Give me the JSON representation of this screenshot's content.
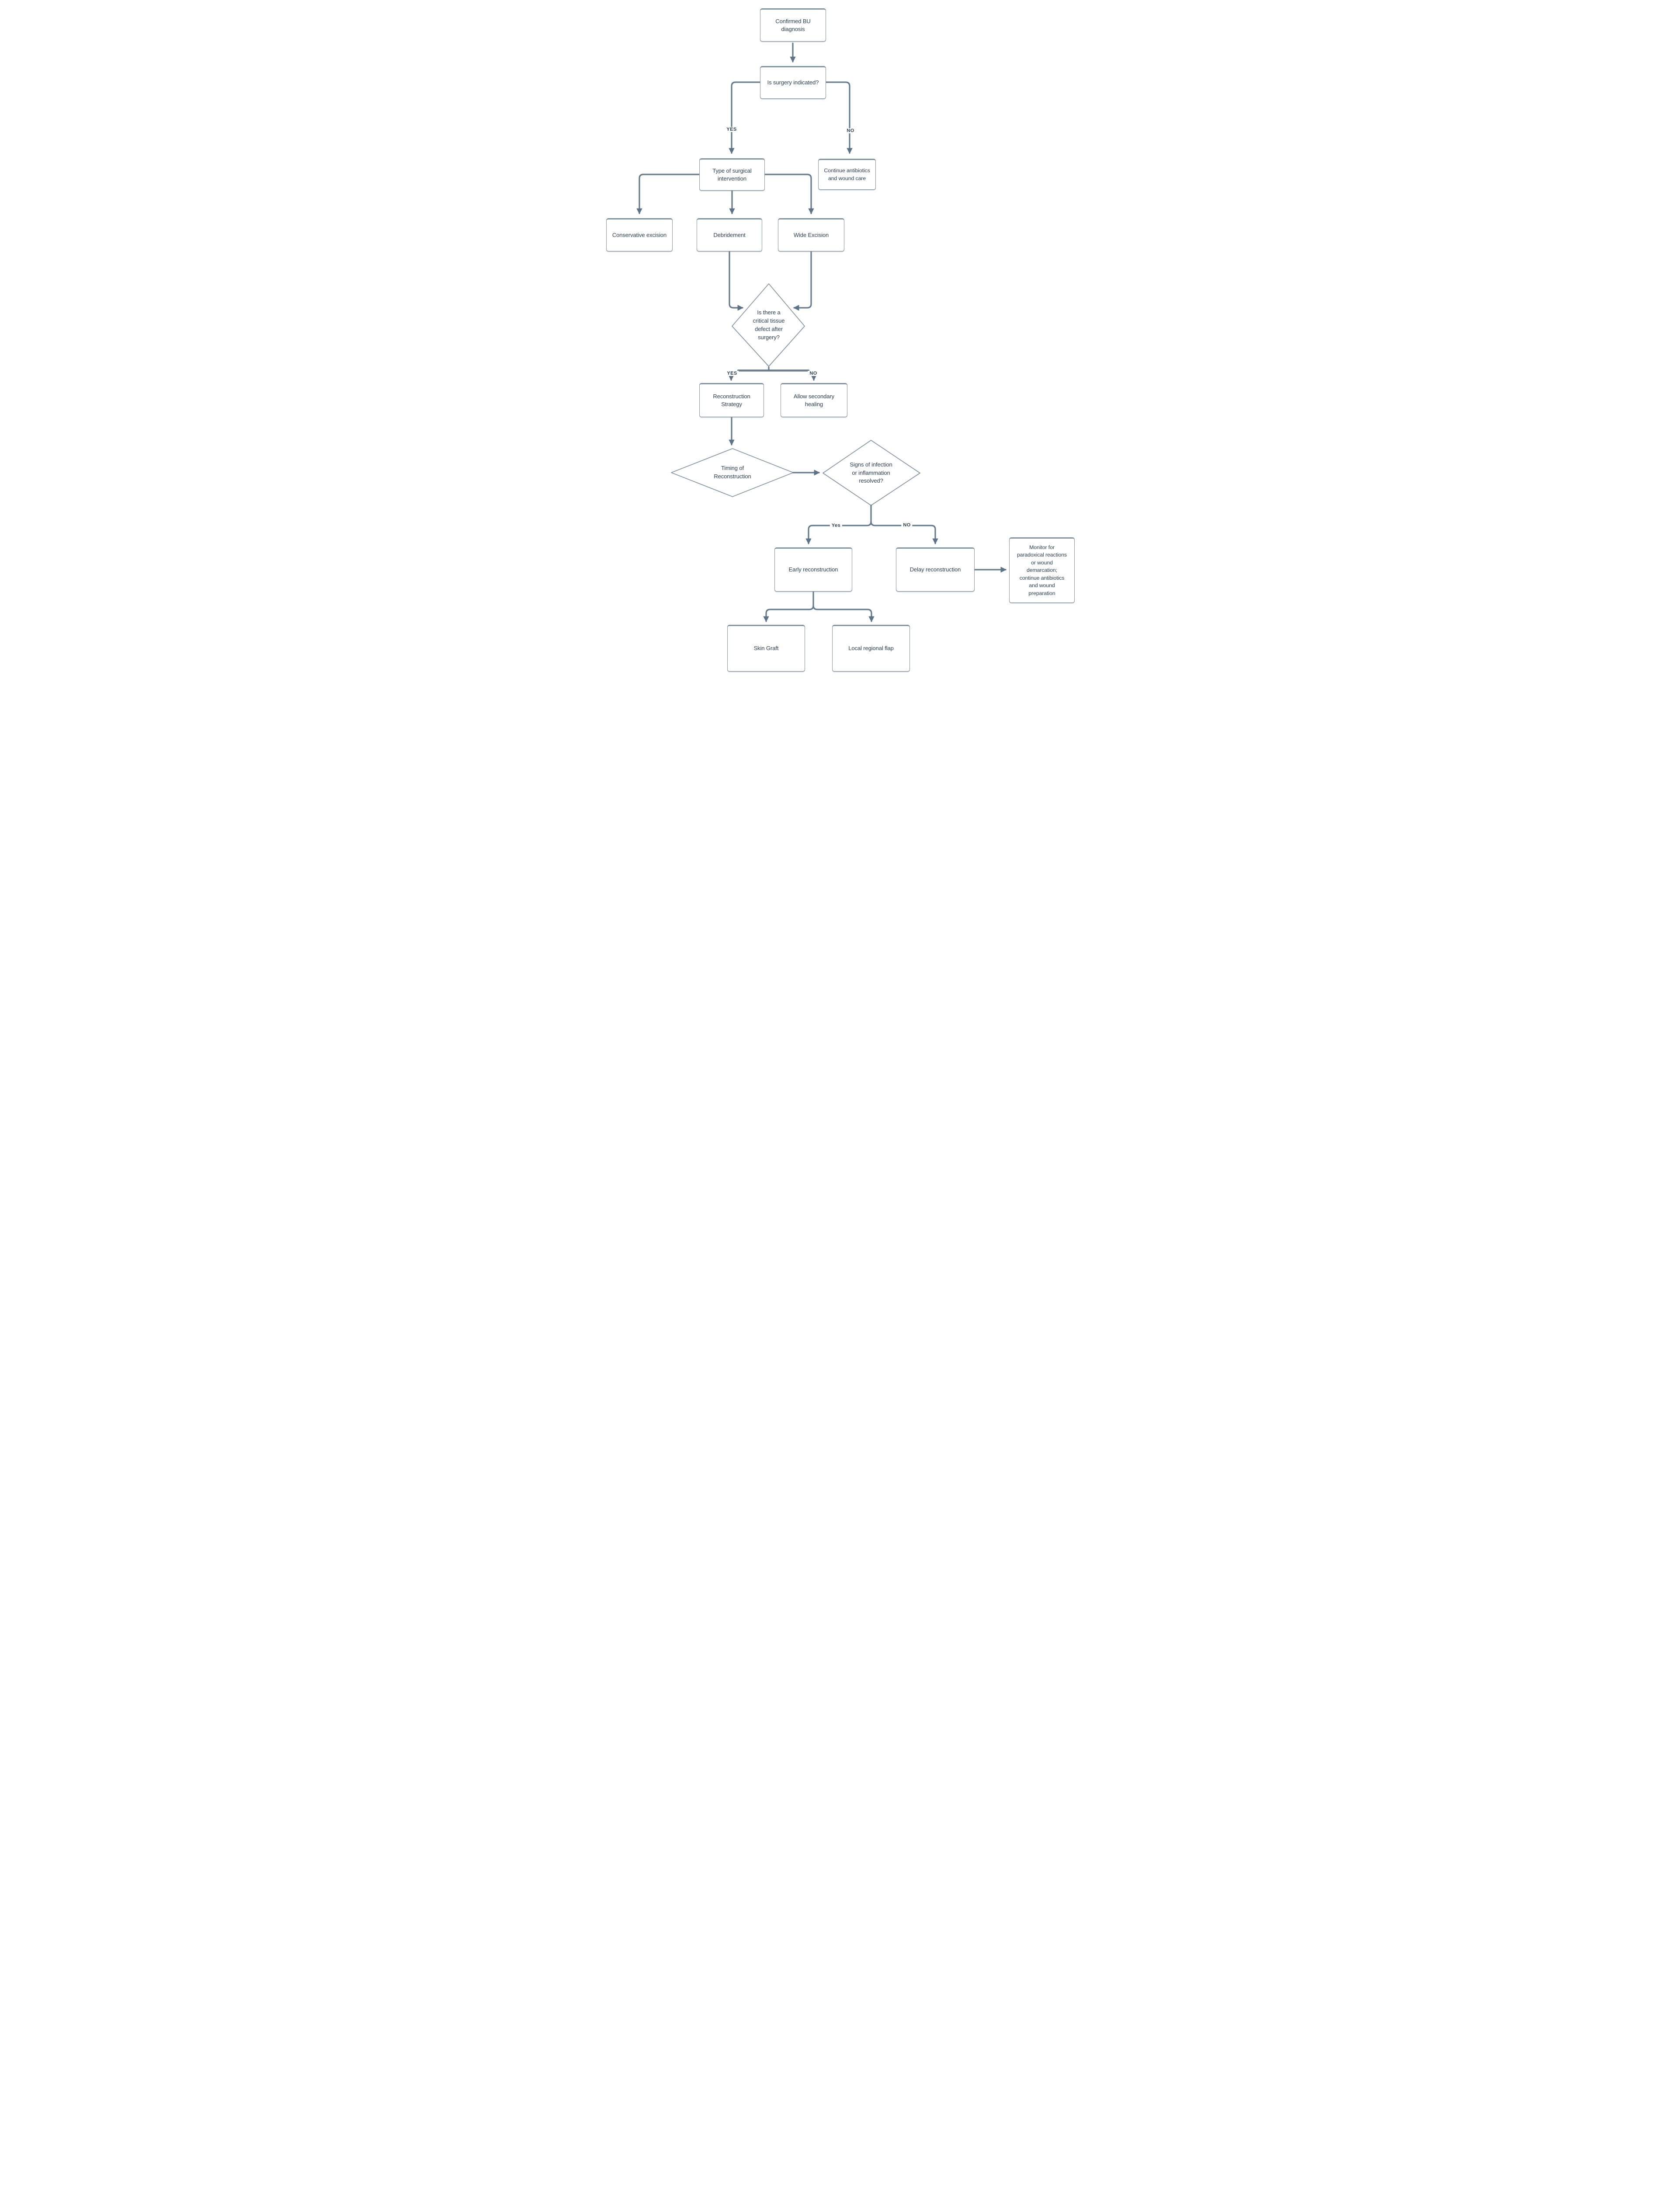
{
  "fc": {
    "background": "#ffffff",
    "colors": {
      "connector": "#667c8e",
      "arrowhead": "#5d7486",
      "shape_border": "#7e93a4",
      "text": "#2b4154"
    },
    "nodes": {
      "confirmed": {
        "label": "Confirmed BU\ndiagnosis",
        "shape": "rect"
      },
      "surgery_q": {
        "label": "Is surgery indicated?",
        "shape": "rect"
      },
      "type_surgical": {
        "label": "Type of surgical\nintervention",
        "shape": "rect"
      },
      "continue_abx": {
        "label": "Continue antibiotics\nand wound care",
        "shape": "rect"
      },
      "conservative": {
        "label": "Conservative excision",
        "shape": "rect"
      },
      "debridement": {
        "label": "Debridement",
        "shape": "rect"
      },
      "wide_excision": {
        "label": "Wide Excision",
        "shape": "rect"
      },
      "defect_q": {
        "label": "Is there a\ncritical tissue\ndefect after\nsurgery?",
        "shape": "diamond"
      },
      "recon_strategy": {
        "label": "Reconstruction\nStrategy",
        "shape": "rect"
      },
      "allow_secondary": {
        "label": "Allow secondary\nhealing",
        "shape": "rect"
      },
      "timing": {
        "label": "Timing of\nReconstruction",
        "shape": "diamond"
      },
      "signs_q": {
        "label": "Signs of infection\nor inflammation\nresolved?",
        "shape": "diamond"
      },
      "early_recon": {
        "label": "Early  reconstruction",
        "shape": "rect"
      },
      "delay_recon": {
        "label": "Delay reconstruction",
        "shape": "rect"
      },
      "monitor": {
        "label": "Monitor for\nparadoxical reactions\nor wound\ndemarcation;\ncontinue antibiotics\nand wound\npreparation",
        "shape": "rect"
      },
      "skin_graft": {
        "label": "Skin Graft",
        "shape": "rect"
      },
      "local_flap": {
        "label": "Local regional flap",
        "shape": "rect"
      }
    },
    "edge_labels": {
      "surgery_yes": "YES",
      "surgery_no": "NO",
      "defect_yes": "YES",
      "defect_no": "NO",
      "signs_yes": "Yes",
      "signs_no": "NO"
    },
    "edges": [
      {
        "from": "confirmed",
        "to": "surgery_q",
        "label": ""
      },
      {
        "from": "surgery_q",
        "to": "type_surgical",
        "label": "YES"
      },
      {
        "from": "surgery_q",
        "to": "continue_abx",
        "label": "NO"
      },
      {
        "from": "type_surgical",
        "to": "conservative",
        "label": ""
      },
      {
        "from": "type_surgical",
        "to": "debridement",
        "label": ""
      },
      {
        "from": "type_surgical",
        "to": "wide_excision",
        "label": ""
      },
      {
        "from": "debridement",
        "to": "defect_q",
        "label": ""
      },
      {
        "from": "wide_excision",
        "to": "defect_q",
        "label": ""
      },
      {
        "from": "defect_q",
        "to": "recon_strategy",
        "label": "YES"
      },
      {
        "from": "defect_q",
        "to": "allow_secondary",
        "label": "NO"
      },
      {
        "from": "recon_strategy",
        "to": "timing",
        "label": ""
      },
      {
        "from": "timing",
        "to": "signs_q",
        "label": ""
      },
      {
        "from": "signs_q",
        "to": "early_recon",
        "label": "Yes"
      },
      {
        "from": "signs_q",
        "to": "delay_recon",
        "label": "NO"
      },
      {
        "from": "delay_recon",
        "to": "monitor",
        "label": ""
      },
      {
        "from": "early_recon",
        "to": "skin_graft",
        "label": ""
      },
      {
        "from": "early_recon",
        "to": "local_flap",
        "label": ""
      }
    ]
  }
}
